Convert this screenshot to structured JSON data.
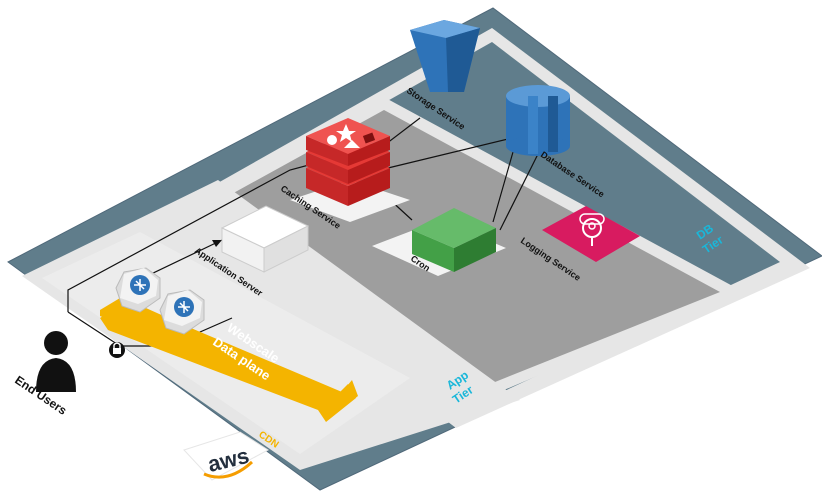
{
  "labels": {
    "storage": "Storage Service",
    "database": "Database Service",
    "caching": "Caching Service",
    "app_server": "Application Server",
    "cron": "Cron",
    "logging": "Logging Service",
    "end_users": "End Users",
    "data_plane_line1": "Webscale",
    "data_plane_line2": "Data plane",
    "db_tier_line1": "DB",
    "db_tier_line2": "Tier",
    "app_tier_line1": "App",
    "app_tier_line2": "Tier",
    "cdn": "CDN",
    "aws_logo": "aws"
  },
  "colors": {
    "outer_platform": "#607d8b",
    "tier_border": "#e6e6e6",
    "tier_floor": "#9e9e9e",
    "storage": "#2e73b8",
    "database": "#2e73b8",
    "caching": "#d32f2f",
    "cron": "#43a047",
    "logging": "#d81b60",
    "data_plane_arrow": "#f4b400",
    "tier_label": "#1ab7d9"
  },
  "icons": [
    "lock-icon",
    "user-icon",
    "load-balancer-icon",
    "aws-logo"
  ]
}
